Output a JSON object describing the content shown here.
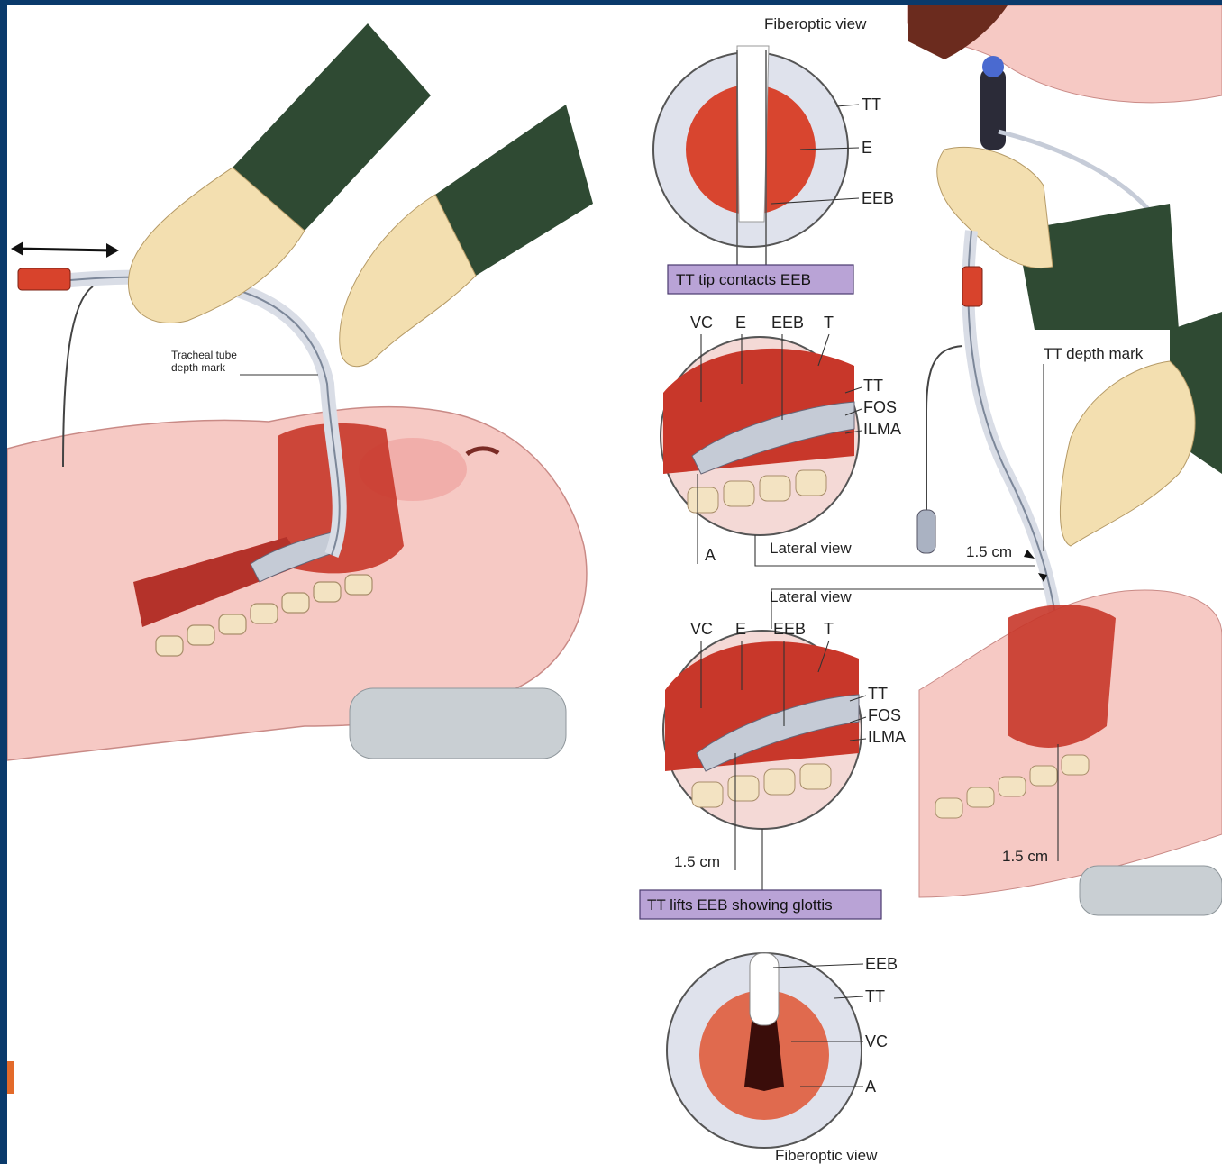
{
  "panel_left": {
    "depth_label_line1": "Tracheal tube",
    "depth_label_line2": "depth mark"
  },
  "fiberoptic_top": {
    "title": "Fiberoptic view",
    "labels": [
      "TT",
      "E",
      "EEB"
    ]
  },
  "caption_top": "TT tip contacts EEB",
  "lateral_top": {
    "top_labels": [
      "VC",
      "E",
      "EEB",
      "T"
    ],
    "side_labels": [
      "TT",
      "FOS",
      "ILMA"
    ],
    "bottom_label": "A",
    "title": "Lateral view"
  },
  "lateral_bottom": {
    "title": "Lateral view",
    "top_labels": [
      "VC",
      "E",
      "EEB",
      "T"
    ],
    "side_labels": [
      "TT",
      "FOS",
      "ILMA"
    ],
    "distance": "1.5 cm"
  },
  "caption_bottom": "TT lifts EEB showing glottis",
  "fiberoptic_bottom": {
    "labels": [
      "EEB",
      "TT",
      "VC",
      "A"
    ],
    "title": "Fiberoptic view"
  },
  "panel_right": {
    "depth_label": "TT depth mark",
    "distance_upper": "1.5 cm",
    "distance_lower": "1.5 cm"
  },
  "colors": {
    "frame": "#0a3a6b",
    "accent": "#e36a2a",
    "caption_fill": "#b9a3d6",
    "sleeve": "#2f4a33",
    "glove": "#f3dfb0",
    "skin": "#f6c9c4",
    "tissue": "#c8372a"
  }
}
